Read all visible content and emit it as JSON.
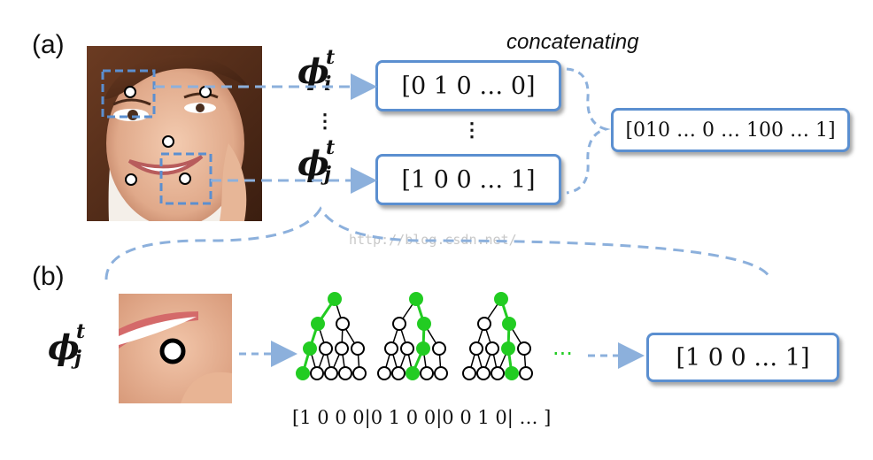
{
  "panel_a_label": "(a)",
  "panel_b_label": "(b)",
  "concat_label": "concatenating",
  "phi": {
    "symbol": "ϕ",
    "superscript": "t",
    "sub_i": "i",
    "sub_j": "j"
  },
  "vertical_dots": "⋮",
  "codes": {
    "code_i": "[0 1 0 … 0]",
    "code_j": "[1 0 0 … 1]",
    "concatenated": "[010 … 0 … 100 … 1]",
    "code_b": "[1 0 0 … 1]"
  },
  "forest_leaf_bits": "[1 0 0 0|0 1 0 0|0 0 1 0| … ]",
  "more_trees": "···",
  "watermark": "http://blog.csdn.net/",
  "colors": {
    "accent_blue": "#5b8fd0",
    "dash_blue": "#8cb0dc",
    "active_green": "#22cc22",
    "inactive": "#000000"
  }
}
